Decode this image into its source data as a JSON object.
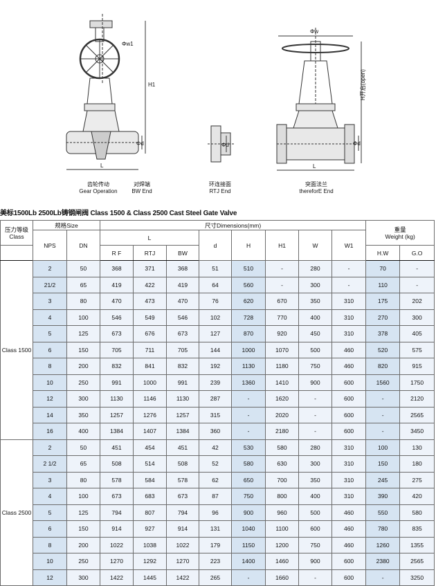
{
  "drawings": {
    "gear": {
      "phi": "Φw1",
      "h": "H1",
      "d": "Φd",
      "l": "L",
      "cap_cn": "齿轮传动",
      "cap_en": "Gear Operation"
    },
    "bw": {
      "cap_cn": "对焊端",
      "cap_en": "BW End"
    },
    "rtj": {
      "d": "Φd",
      "cap_cn": "环连接面",
      "cap_en": "RTJ End"
    },
    "rf": {
      "phi": "Φw",
      "h": "H开启(open)",
      "d": "Φd",
      "l": "L",
      "cap_cn": "突面法兰",
      "cap_en": "thereforE End"
    }
  },
  "title": "美标1500Lb 2500Lb铸钢闸阀   Class 1500 & Class 2500 Cast Steel Gate Valve",
  "table": {
    "h_class": "压力等级\nClass",
    "h_size": "规格Size",
    "h_dims": "尺寸Dimensions(mm)",
    "h_weight": "重量\nWeight (kg)",
    "h_nps": "NPS",
    "h_dn": "DN",
    "h_L": "L",
    "h_rf": "R F",
    "h_rtj": "RTJ",
    "h_bw": "BW",
    "h_d": "d",
    "h_H": "H",
    "h_H1": "H1",
    "h_W": "W",
    "h_W1": "W1",
    "h_hw": "H.W",
    "h_go": "G.O",
    "groups": [
      {
        "class": "Class 1500",
        "rows": [
          [
            "2",
            "50",
            "368",
            "371",
            "368",
            "51",
            "510",
            "-",
            "280",
            "-",
            "70",
            "-"
          ],
          [
            "21/2",
            "65",
            "419",
            "422",
            "419",
            "64",
            "560",
            "-",
            "300",
            "-",
            "110",
            "-"
          ],
          [
            "3",
            "80",
            "470",
            "473",
            "470",
            "76",
            "620",
            "670",
            "350",
            "310",
            "175",
            "202"
          ],
          [
            "4",
            "100",
            "546",
            "549",
            "546",
            "102",
            "728",
            "770",
            "400",
            "310",
            "270",
            "300"
          ],
          [
            "5",
            "125",
            "673",
            "676",
            "673",
            "127",
            "870",
            "920",
            "450",
            "310",
            "378",
            "405"
          ],
          [
            "6",
            "150",
            "705",
            "711",
            "705",
            "144",
            "1000",
            "1070",
            "500",
            "460",
            "520",
            "575"
          ],
          [
            "8",
            "200",
            "832",
            "841",
            "832",
            "192",
            "1130",
            "1180",
            "750",
            "460",
            "820",
            "915"
          ],
          [
            "10",
            "250",
            "991",
            "1000",
            "991",
            "239",
            "1360",
            "1410",
            "900",
            "600",
            "1560",
            "1750"
          ],
          [
            "12",
            "300",
            "1130",
            "1146",
            "1130",
            "287",
            "-",
            "1620",
            "-",
            "600",
            "-",
            "2120"
          ],
          [
            "14",
            "350",
            "1257",
            "1276",
            "1257",
            "315",
            "-",
            "2020",
            "-",
            "600",
            "-",
            "2565"
          ],
          [
            "16",
            "400",
            "1384",
            "1407",
            "1384",
            "360",
            "-",
            "2180",
            "-",
            "600",
            "-",
            "3450"
          ]
        ]
      },
      {
        "class": "Class 2500",
        "rows": [
          [
            "2",
            "50",
            "451",
            "454",
            "451",
            "42",
            "530",
            "580",
            "280",
            "310",
            "100",
            "130"
          ],
          [
            "2 1/2",
            "65",
            "508",
            "514",
            "508",
            "52",
            "580",
            "630",
            "300",
            "310",
            "150",
            "180"
          ],
          [
            "3",
            "80",
            "578",
            "584",
            "578",
            "62",
            "650",
            "700",
            "350",
            "310",
            "245",
            "275"
          ],
          [
            "4",
            "100",
            "673",
            "683",
            "673",
            "87",
            "750",
            "800",
            "400",
            "310",
            "390",
            "420"
          ],
          [
            "5",
            "125",
            "794",
            "807",
            "794",
            "96",
            "900",
            "960",
            "500",
            "460",
            "550",
            "580"
          ],
          [
            "6",
            "150",
            "914",
            "927",
            "914",
            "131",
            "1040",
            "1100",
            "600",
            "460",
            "780",
            "835"
          ],
          [
            "8",
            "200",
            "1022",
            "1038",
            "1022",
            "179",
            "1150",
            "1200",
            "750",
            "460",
            "1260",
            "1355"
          ],
          [
            "10",
            "250",
            "1270",
            "1292",
            "1270",
            "223",
            "1400",
            "1460",
            "900",
            "600",
            "2380",
            "2565"
          ],
          [
            "12",
            "300",
            "1422",
            "1445",
            "1422",
            "265",
            "-",
            "1660",
            "-",
            "600",
            "-",
            "3250"
          ]
        ]
      }
    ]
  }
}
